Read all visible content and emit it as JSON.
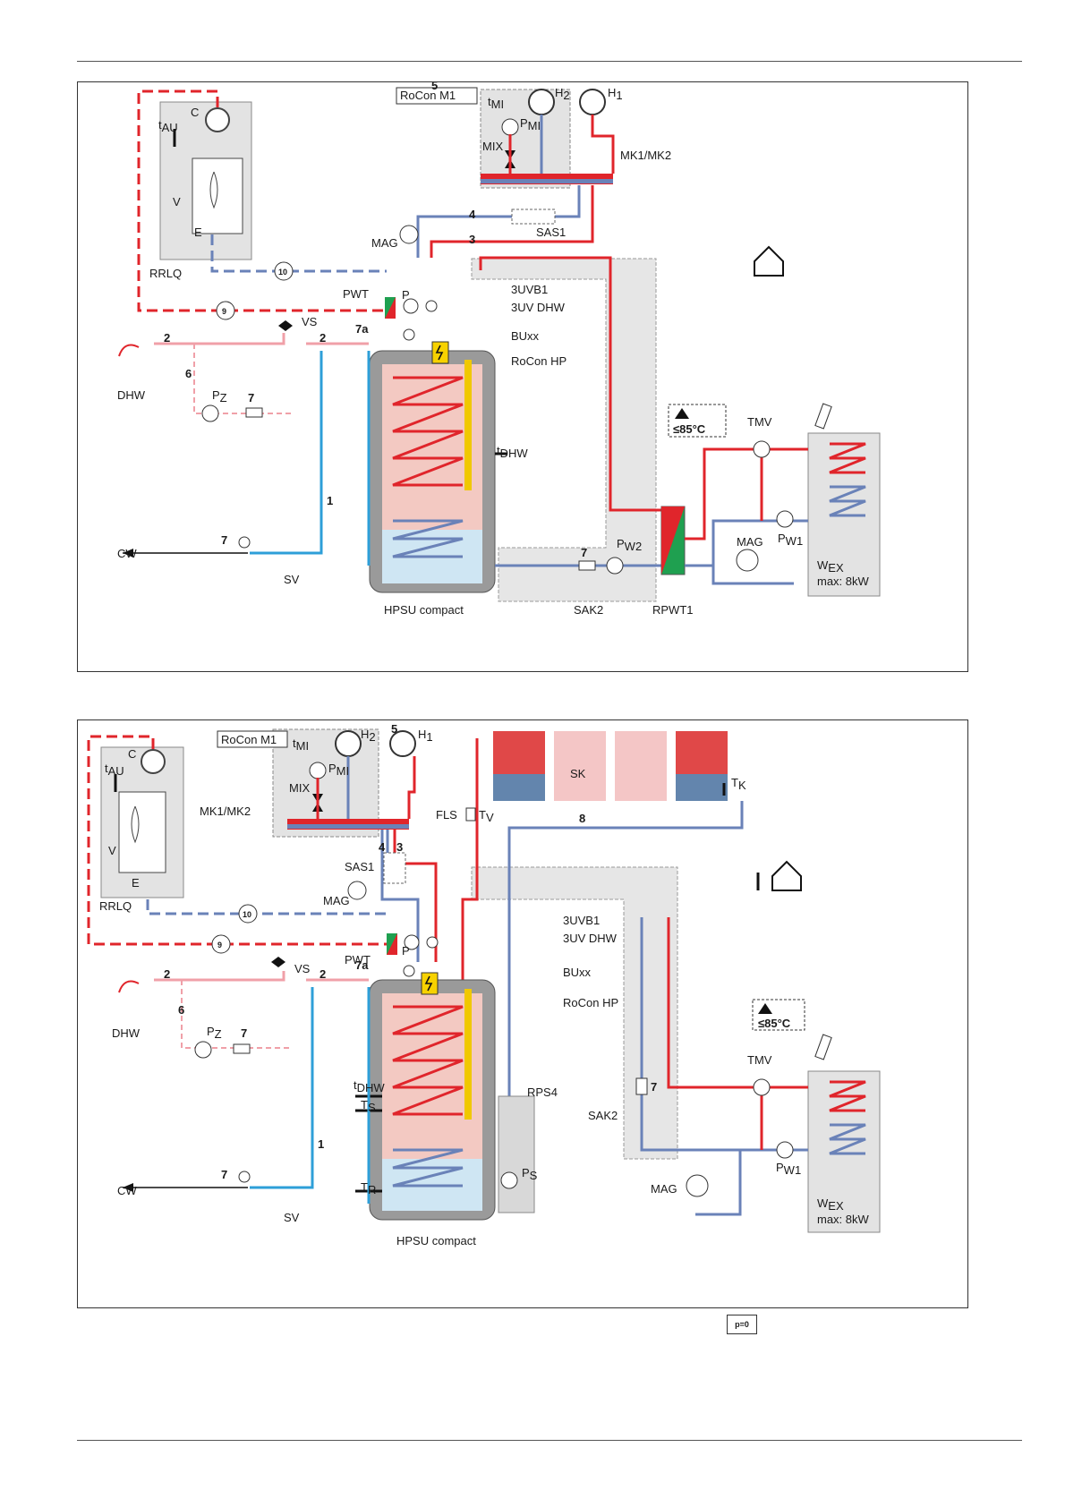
{
  "diagram1": {
    "labels": {
      "rrlq": "RRLQ",
      "c": "C",
      "tau": "t",
      "tau_sub": "AU",
      "v": "V",
      "e": "E",
      "rocon_m1": "RoCon M1",
      "tmi": "t",
      "tmi_sub": "MI",
      "pmi": "P",
      "pmi_sub": "MI",
      "mix": "MIX",
      "h2": "H",
      "h2_sub": "2",
      "h1": "H",
      "h1_sub": "1",
      "mk": "MK1/MK2",
      "sas1": "SAS1",
      "mag": "MAG",
      "pwt": "PWT",
      "p": "P",
      "uvb1": "3UVB1",
      "uvdhw": "3UV DHW",
      "buxx": "BUxx",
      "roconhp": "RoCon HP",
      "vs": "VS",
      "dhw": "DHW",
      "pz": "P",
      "pz_sub": "Z",
      "tdhw": "t",
      "tdhw_sub": "DHW",
      "cw": "CW",
      "sv": "SV",
      "hpsu": "HPSU compact",
      "sak2": "SAK2",
      "rpwt1": "RPWT1",
      "pw2": "P",
      "pw2_sub": "W2",
      "pw1": "P",
      "pw1_sub": "W1",
      "mag2": "MAG",
      "tmv": "TMV",
      "temp85": "≤85°C",
      "wex": "W",
      "wex_sub": "EX",
      "wex_max": "max: 8kW"
    },
    "numbers": {
      "n1": "1",
      "n2a": "2",
      "n2b": "2",
      "n3": "3",
      "n4": "4",
      "n5": "5",
      "n6": "6",
      "n7a": "7",
      "n7b": "7",
      "n7c": "7",
      "n7aa": "7a",
      "n9": "9",
      "n10": "10"
    }
  },
  "diagram2": {
    "labels": {
      "rrlq": "RRLQ",
      "c": "C",
      "tau": "t",
      "tau_sub": "AU",
      "v": "V",
      "e": "E",
      "rocon_m1": "RoCon M1",
      "tmi": "t",
      "tmi_sub": "MI",
      "pmi": "P",
      "pmi_sub": "MI",
      "mix": "MIX",
      "h2": "H",
      "h2_sub": "2",
      "h1": "H",
      "h1_sub": "1",
      "mk": "MK1/MK2",
      "sas1": "SAS1",
      "mag": "MAG",
      "pwt": "PWT",
      "p": "P",
      "uvb1": "3UVB1",
      "uvdhw": "3UV DHW",
      "buxx": "BUxx",
      "roconhp": "RoCon HP",
      "vs": "VS",
      "dhw": "DHW",
      "pz": "P",
      "pz_sub": "Z",
      "tdhw": "t",
      "tdhw_sub": "DHW",
      "ts": "T",
      "ts_sub": "S",
      "tr": "T",
      "tr_sub": "R",
      "cw": "CW",
      "sv": "SV",
      "hpsu": "HPSU compact",
      "sak2": "SAK2",
      "rps4": "RPS4",
      "ps": "P",
      "ps_sub": "S",
      "sk": "SK",
      "fls": "FLS",
      "tv": "T",
      "tv_sub": "V",
      "tk": "T",
      "tk_sub": "K",
      "pw1": "P",
      "pw1_sub": "W1",
      "mag2": "MAG",
      "tmv": "TMV",
      "temp85": "≤85°C",
      "wex": "W",
      "wex_sub": "EX",
      "wex_max": "max: 8kW"
    },
    "numbers": {
      "n1": "1",
      "n2a": "2",
      "n2b": "2",
      "n3": "3",
      "n4": "4",
      "n5": "5",
      "n6": "6",
      "n7a": "7",
      "n7b": "7",
      "n7c": "7",
      "n7aa": "7a",
      "n8": "8",
      "n9": "9",
      "n10": "10"
    }
  },
  "footer_symbol": "p=0",
  "colors": {
    "hot": "#e0252b",
    "hot_light": "#f0a0a8",
    "cold": "#2e9fd8",
    "return": "#6a82b8",
    "panel": "#e3e3e3",
    "heat_exchanger_green": "#1fa050"
  }
}
